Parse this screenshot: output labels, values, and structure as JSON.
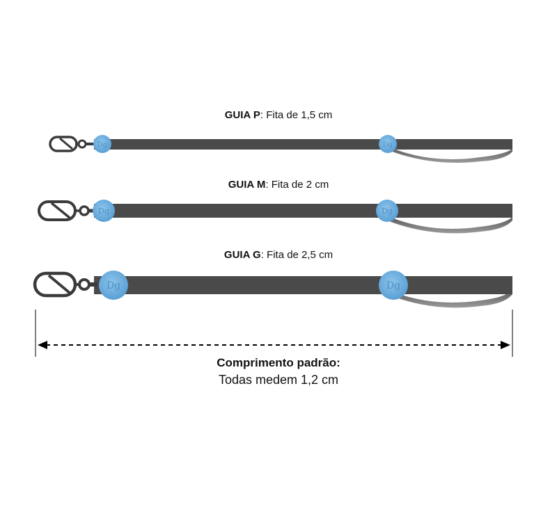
{
  "leashes": [
    {
      "size_label": "GUIA P",
      "separator": ":",
      "description": " Fita de 1,5 cm"
    },
    {
      "size_label": "GUIA M",
      "separator": ":",
      "description": " Fita de 2 cm"
    },
    {
      "size_label": "GUIA G",
      "separator": ":",
      "description": " Fita de 2,5 cm"
    }
  ],
  "footer": {
    "title": "Comprimento padrão:",
    "subtitle": "Todas medem 1,2 cm"
  },
  "colors": {
    "strap": "#4a4a4a",
    "badge": "#6fb0e0",
    "hardware": "#3a3a3a",
    "dimension_line": "#000000"
  },
  "icons": [
    "carabiner-icon",
    "logo-badge-icon",
    "dimension-arrow-icon"
  ]
}
